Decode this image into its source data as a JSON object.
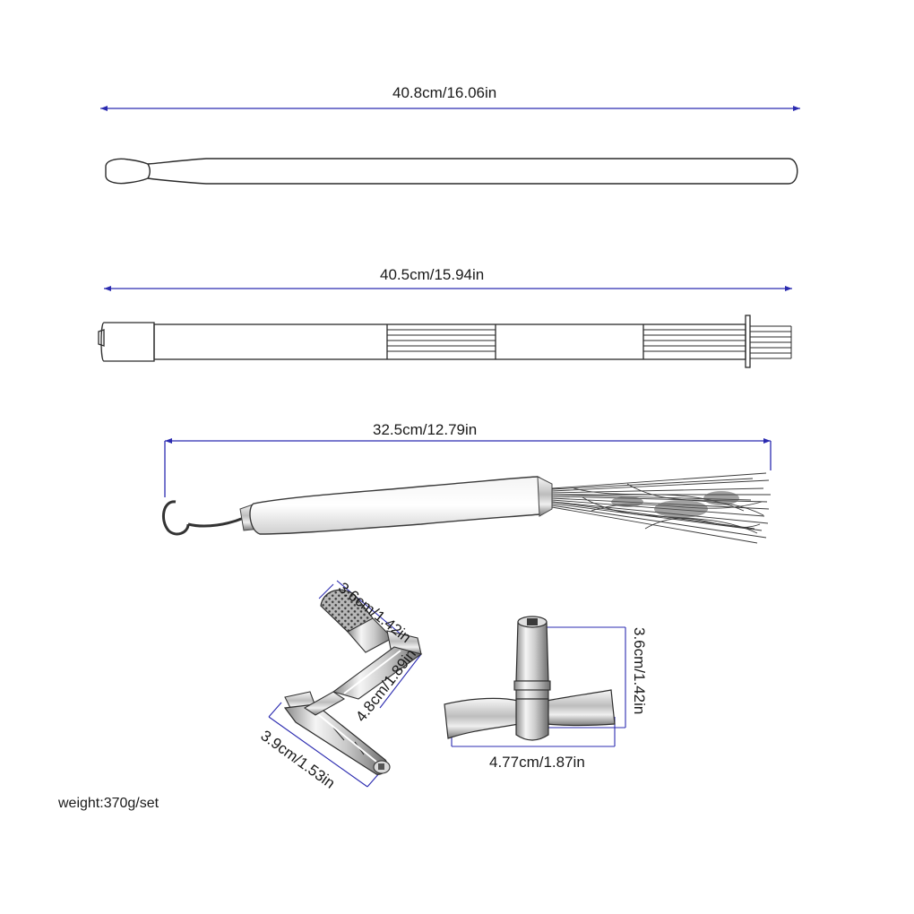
{
  "dimensions": {
    "drumstick_length": "40.8cm/16.06in",
    "rute_stick_length": "40.5cm/15.94in",
    "wire_brush_length": "32.5cm/12.79in",
    "crank_key_top": "3.6cm/1.42in",
    "crank_key_arm": "4.8cm/1.89in",
    "crank_key_bottom": "3.9cm/1.53in",
    "tkey_height": "3.6cm/1.42in",
    "tkey_width": "4.77cm/1.87in"
  },
  "weight": "weight:370g/set",
  "colors": {
    "dimension_line": "#2b2bb0",
    "outline": "#2a2a2a",
    "metal_light": "#e8e8e8",
    "metal_dark": "#6a6a6a"
  },
  "icons": {
    "drumstick": "drumstick-outline",
    "rute_stick": "rute-stick-outline",
    "wire_brush": "wire-brush-outline",
    "crank_key": "crank-drum-key",
    "tkey": "t-drum-key"
  }
}
